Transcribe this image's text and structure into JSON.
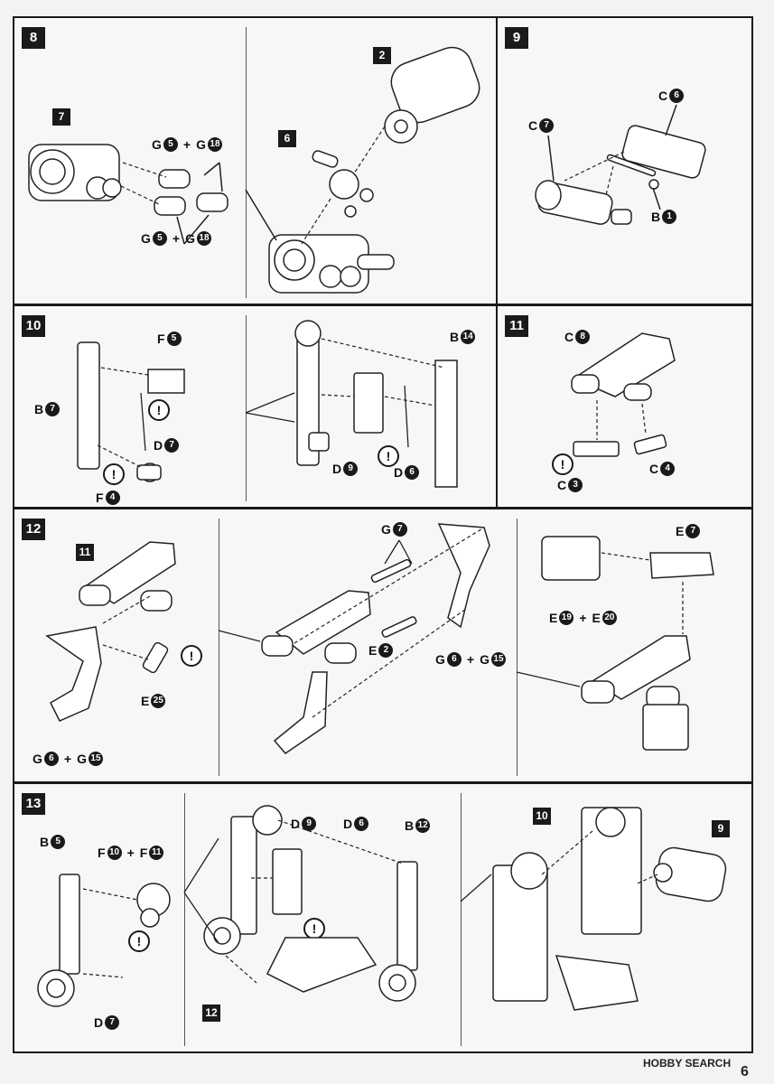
{
  "steps": {
    "s8": {
      "num": "8",
      "refs": [
        "2",
        "6",
        "7"
      ],
      "labels": [
        {
          "p1": "G",
          "n1": "5",
          "p2": "G",
          "n2": "18"
        },
        {
          "p1": "G",
          "n1": "5",
          "p2": "G",
          "n2": "18"
        }
      ]
    },
    "s9": {
      "num": "9",
      "labels": [
        {
          "p": "C",
          "n": "7"
        },
        {
          "p": "C",
          "n": "6"
        },
        {
          "p": "B",
          "n": "1"
        }
      ]
    },
    "s10": {
      "num": "10",
      "labels": [
        {
          "p": "F",
          "n": "5"
        },
        {
          "p": "B",
          "n": "7"
        },
        {
          "p": "D",
          "n": "7"
        },
        {
          "p": "F",
          "n": "4"
        },
        {
          "p": "B",
          "n": "14"
        },
        {
          "p": "D",
          "n": "9"
        },
        {
          "p": "D",
          "n": "6"
        }
      ]
    },
    "s11": {
      "num": "11",
      "labels": [
        {
          "p": "C",
          "n": "8"
        },
        {
          "p": "C",
          "n": "3"
        },
        {
          "p": "C",
          "n": "4"
        }
      ]
    },
    "s12": {
      "num": "12",
      "refs": [
        "11"
      ],
      "labels": [
        {
          "p": "E",
          "n": "25"
        },
        {
          "p": "G",
          "n": "7"
        },
        {
          "p": "E",
          "n": "2"
        },
        {
          "p": "E",
          "n": "7"
        }
      ],
      "pairs": [
        {
          "p1": "G",
          "n1": "6",
          "p2": "G",
          "n2": "15"
        },
        {
          "p1": "G",
          "n1": "6",
          "p2": "G",
          "n2": "15"
        },
        {
          "p1": "E",
          "n1": "19",
          "p2": "E",
          "n2": "20"
        }
      ]
    },
    "s13": {
      "num": "13",
      "refs": [
        "12",
        "10",
        "9"
      ],
      "labels": [
        {
          "p": "B",
          "n": "5"
        },
        {
          "p": "D",
          "n": "7"
        },
        {
          "p": "D",
          "n": "9"
        },
        {
          "p": "D",
          "n": "6"
        },
        {
          "p": "B",
          "n": "12"
        }
      ],
      "pairs": [
        {
          "p1": "F",
          "n1": "10",
          "p2": "F",
          "n2": "11"
        }
      ]
    }
  },
  "warning_symbol": "!",
  "plus_symbol": "+",
  "footer": {
    "source": "HOBBY SEARCH",
    "page": "6"
  },
  "icons": {
    "warning": "exclamation-circle-icon",
    "logo": "hobbysearch-logo-icon"
  }
}
